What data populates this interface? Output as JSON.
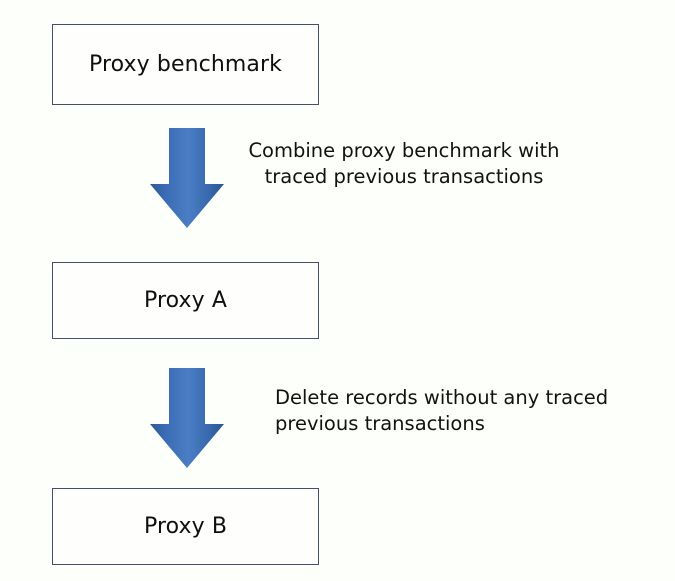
{
  "diagram": {
    "type": "flowchart",
    "orientation": "vertical-top-down",
    "background_color": "#fdfffb",
    "nodes": [
      {
        "id": "proxy-benchmark",
        "label": "Proxy benchmark",
        "shape": "rectangle",
        "border_color": "#44506b",
        "fill_color": "#fefffd"
      },
      {
        "id": "proxy-a",
        "label": "Proxy A",
        "shape": "rectangle",
        "border_color": "#44506b",
        "fill_color": "#fefffd"
      },
      {
        "id": "proxy-b",
        "label": "Proxy B",
        "shape": "rectangle",
        "border_color": "#44506b",
        "fill_color": "#fefffd"
      }
    ],
    "edges": [
      {
        "id": "edge-1",
        "from": "proxy-benchmark",
        "to": "proxy-a",
        "arrow_direction": "down",
        "arrow_color_light": "#4a7ec4",
        "arrow_color_dark": "#2e5a96",
        "label": "Combine proxy benchmark with\ntraced previous transactions",
        "label_align": "center"
      },
      {
        "id": "edge-2",
        "from": "proxy-a",
        "to": "proxy-b",
        "arrow_direction": "down",
        "arrow_color_light": "#4a7ec4",
        "arrow_color_dark": "#2e5a96",
        "label": "Delete records without any traced\nprevious transactions",
        "label_align": "left"
      }
    ]
  }
}
